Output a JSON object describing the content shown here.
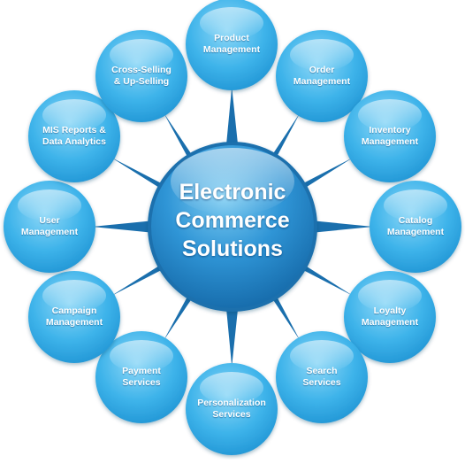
{
  "hub": {
    "lines": [
      "Electronic",
      "Commerce",
      "Solutions"
    ]
  },
  "nodes": [
    {
      "id": "product-management",
      "lines": [
        "Product",
        "Management"
      ]
    },
    {
      "id": "order-management",
      "lines": [
        "Order",
        "Management"
      ]
    },
    {
      "id": "inventory-management",
      "lines": [
        "Inventory",
        "Management"
      ]
    },
    {
      "id": "catalog-management",
      "lines": [
        "Catalog",
        "Management"
      ]
    },
    {
      "id": "loyalty-management",
      "lines": [
        "Loyalty",
        "Management"
      ]
    },
    {
      "id": "search-services",
      "lines": [
        "Search",
        "Services"
      ]
    },
    {
      "id": "personalization-services",
      "lines": [
        "Personalization",
        "Services"
      ]
    },
    {
      "id": "payment-services",
      "lines": [
        "Payment",
        "Services"
      ]
    },
    {
      "id": "campaign-management",
      "lines": [
        "Campaign",
        "Management"
      ]
    },
    {
      "id": "user-management",
      "lines": [
        "User",
        "Management"
      ]
    },
    {
      "id": "mis-reports-data-analytics",
      "lines": [
        "MIS Reports &",
        "Data Analytics"
      ]
    },
    {
      "id": "cross-selling-up-selling",
      "lines": [
        "Cross-Selling",
        "& Up-Selling"
      ]
    }
  ],
  "colors": {
    "node": "#2aa7e2",
    "node_light": "#8fd8f7",
    "hub": "#1f7fc6",
    "connector": "#1a6fad"
  }
}
